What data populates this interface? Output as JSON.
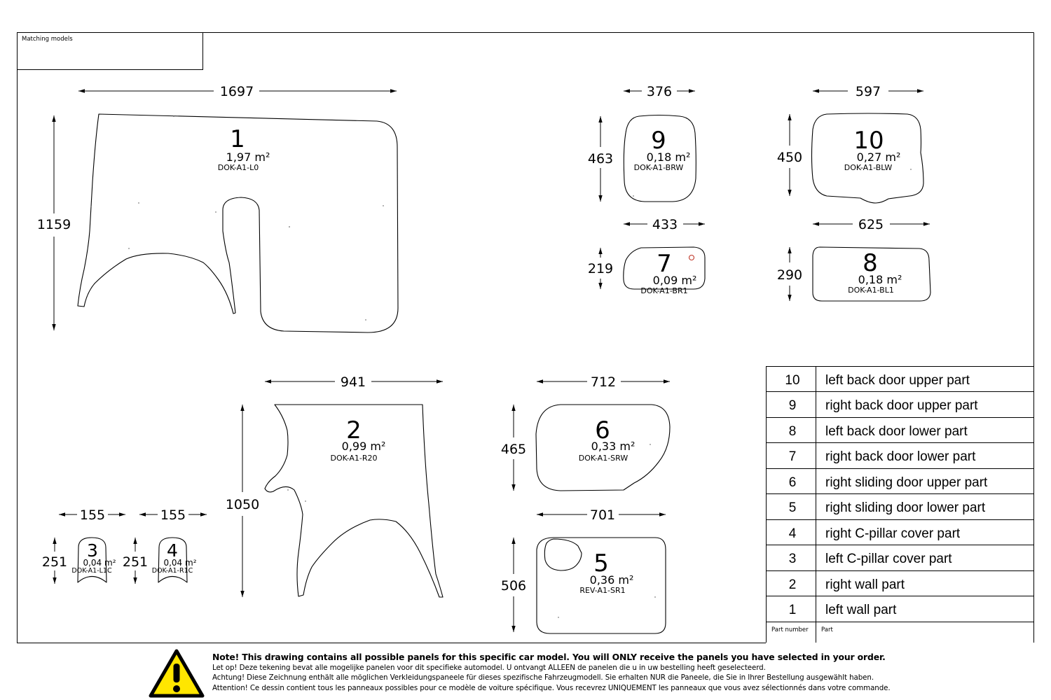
{
  "title_block": {
    "label": "Matching models"
  },
  "panels": [
    {
      "id": "panel-1",
      "number": "1",
      "area": "1,97 m²",
      "code": "DOK-A1-L0",
      "width": "1697",
      "height": "1159"
    },
    {
      "id": "panel-9",
      "number": "9",
      "area": "0,18 m²",
      "code": "DOK-A1-BRW",
      "width": "376",
      "height": "463"
    },
    {
      "id": "panel-10",
      "number": "10",
      "area": "0,27 m²",
      "code": "DOK-A1-BLW",
      "width": "597",
      "height": "450"
    },
    {
      "id": "panel-7",
      "number": "7",
      "area": "0,09 m²",
      "code": "DOK-A1-BR1",
      "width": "433",
      "height": "219"
    },
    {
      "id": "panel-8",
      "number": "8",
      "area": "0,18 m²",
      "code": "DOK-A1-BL1",
      "width": "625",
      "height": "290"
    },
    {
      "id": "panel-2",
      "number": "2",
      "area": "0,99 m²",
      "code": "DOK-A1-R20",
      "width": "941",
      "height": "1050"
    },
    {
      "id": "panel-6",
      "number": "6",
      "area": "0,33 m²",
      "code": "DOK-A1-SRW",
      "width": "712",
      "height": "465"
    },
    {
      "id": "panel-5",
      "number": "5",
      "area": "0,36 m²",
      "code": "REV-A1-SR1",
      "width": "701",
      "height": "506"
    },
    {
      "id": "panel-3",
      "number": "3",
      "area": "0,04 m²",
      "code": "DOK-A1-L1C",
      "width": "155",
      "height": "251"
    },
    {
      "id": "panel-4",
      "number": "4",
      "area": "0,04 m²",
      "code": "DOK-A1-R1C",
      "width": "155",
      "height": "251"
    }
  ],
  "parts_table": {
    "rows": [
      {
        "number": "10",
        "part": "left back door upper part"
      },
      {
        "number": "9",
        "part": "right back door upper part"
      },
      {
        "number": "8",
        "part": "left back door lower part"
      },
      {
        "number": "7",
        "part": "right back door lower part"
      },
      {
        "number": "6",
        "part": "right sliding door upper part"
      },
      {
        "number": "5",
        "part": "right sliding door lower part"
      },
      {
        "number": "4",
        "part": "right C-pillar cover part"
      },
      {
        "number": "3",
        "part": "left C-pillar cover part"
      },
      {
        "number": "2",
        "part": "right wall part"
      },
      {
        "number": "1",
        "part": "left wall part"
      }
    ],
    "header": {
      "number": "Part number",
      "part": "Part"
    }
  },
  "notice": {
    "icon": "warning-triangle-icon",
    "lines": [
      "Note! This drawing contains all possible panels for this specific car model. You will ONLY receive the panels you have selected in your order.",
      "Let op! Deze tekening bevat alle mogelijke panelen voor dit specifieke automodel. U ontvangt ALLEEN de panelen die u in uw bestelling heeft geselecteerd.",
      "Achtung! Diese Zeichnung enthält alle möglichen Verkleidungspaneele für dieses spezifische Fahrzeugmodell. Sie erhalten NUR die Paneele, die Sie in Ihrer Bestellung ausgewählt haben.",
      "Attention! Ce dessin contient tous les panneaux possibles pour ce modèle de voiture spécifique. Vous recevrez UNIQUEMENT les panneaux que vous avez sélectionnés dans votre commande."
    ],
    "colors": {
      "icon_fill": "#ffe600",
      "icon_stroke": "#000000"
    }
  }
}
